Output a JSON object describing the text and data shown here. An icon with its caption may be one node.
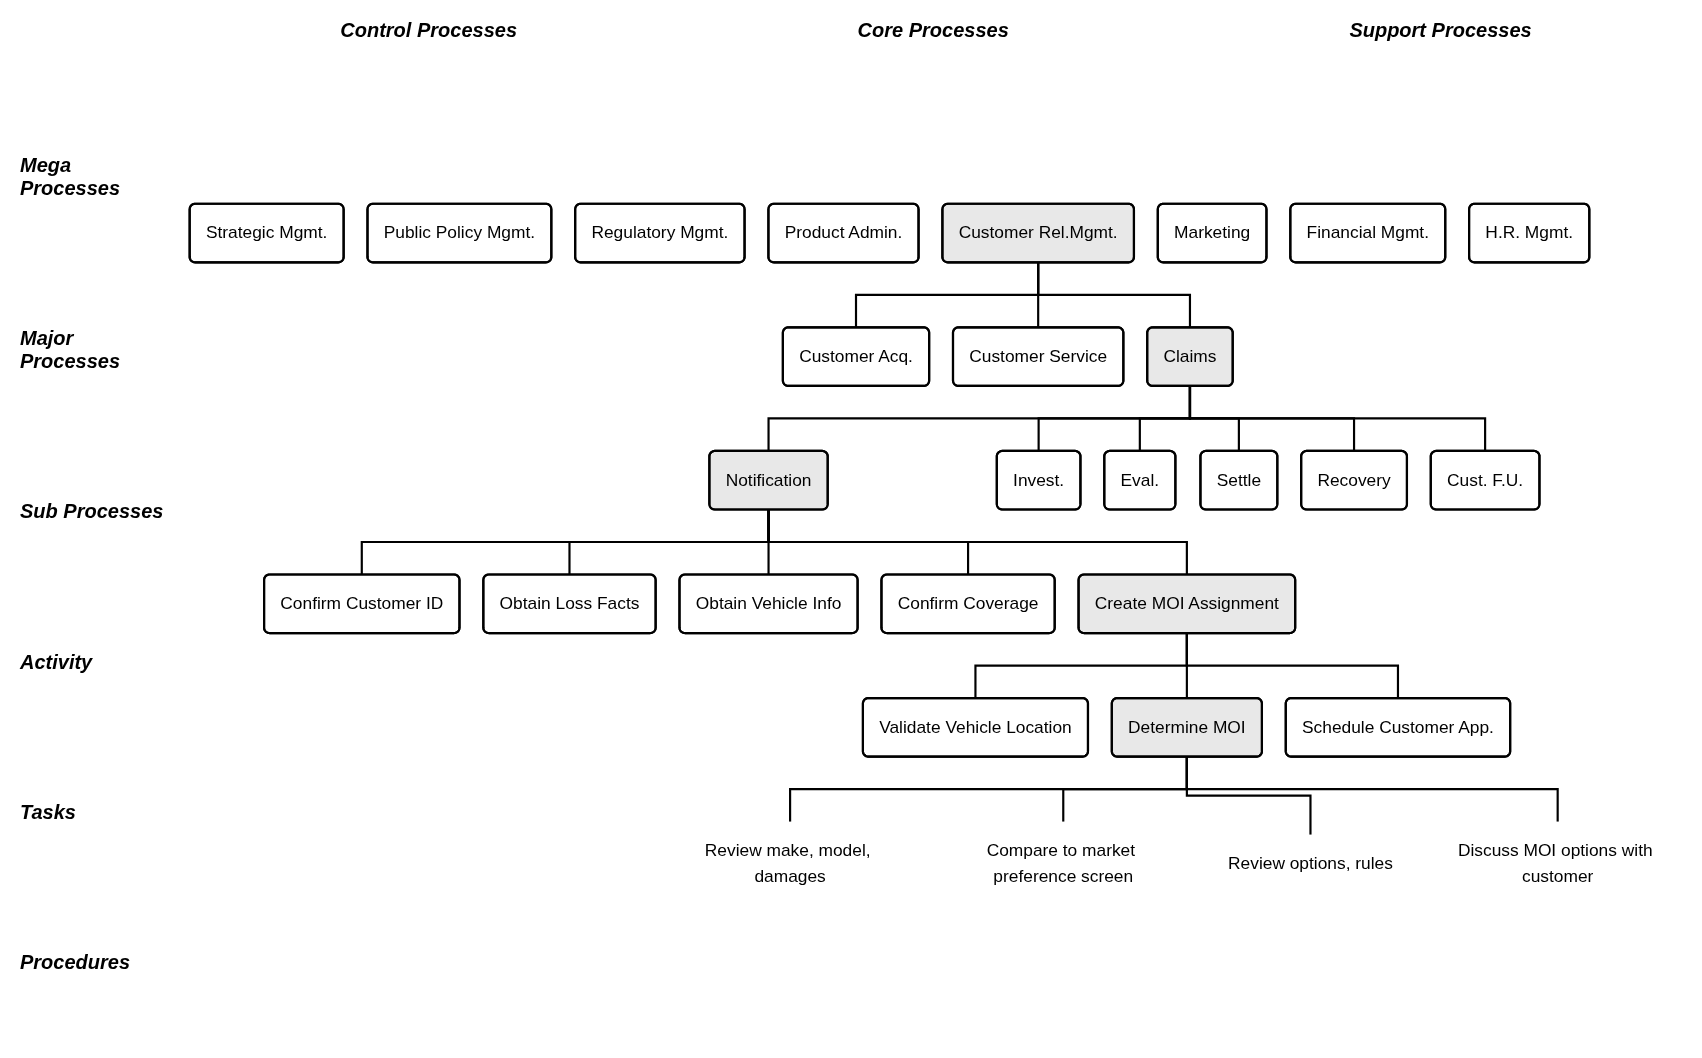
{
  "diagram": {
    "nodes": [
      {
        "text": [
          "Strategic Mgmt."
        ]
      },
      {
        "text": [
          "Public Policy Mgmt."
        ]
      },
      {
        "text": [
          "Regulatory Mgmt."
        ]
      },
      {
        "text": [
          "Product Admin."
        ]
      },
      {
        "text": [
          "Customer Rel.Mgmt."
        ]
      },
      {
        "text": [
          "Marketing"
        ]
      },
      {
        "text": [
          "Financial Mgmt."
        ]
      },
      {
        "text": [
          "H.R. Mgmt."
        ]
      },
      {
        "text": [
          "Customer Acq."
        ]
      },
      {
        "text": [
          "Customer Service"
        ]
      },
      {
        "text": [
          "Claims"
        ]
      },
      {
        "text": [
          "Notification"
        ]
      },
      {
        "text": [
          "Invest."
        ]
      },
      {
        "text": [
          "Eval."
        ]
      },
      {
        "text": [
          "Settle"
        ]
      },
      {
        "text": [
          "Recovery"
        ]
      },
      {
        "text": [
          "Cust. F.U."
        ]
      },
      {
        "text": [
          "Confirm Customer ID"
        ]
      },
      {
        "text": [
          "Obtain Loss Facts"
        ]
      },
      {
        "text": [
          "Obtain Vehicle Info"
        ]
      },
      {
        "text": [
          "Confirm Coverage"
        ]
      },
      {
        "text": [
          "Create MOI Assignment"
        ]
      },
      {
        "text": [
          "Validate Vehicle Location"
        ]
      },
      {
        "text": [
          "Determine MOI"
        ]
      },
      {
        "text": [
          "Schedule Customer App."
        ]
      },
      {
        "text": [
          "Review make, model, damages"
        ]
      },
      {
        "text": [
          "Compare to market preference screen"
        ]
      },
      {
        "text": [
          "Review options, rules"
        ]
      },
      {
        "text": [
          "Discuss MOI options with customer"
        ]
      }
    ],
    "edges": [
      {
        "from": 4,
        "to": 8,
        "arrow": "none"
      },
      {
        "from": 4,
        "to": 9,
        "arrow": "none"
      },
      {
        "from": 4,
        "to": 10,
        "arrow": "none"
      },
      {
        "from": 10,
        "to": 11,
        "arrow": "none"
      },
      {
        "from": 10,
        "to": 12,
        "arrow": "none"
      },
      {
        "from": 10,
        "to": 13,
        "arrow": "none"
      },
      {
        "from": 10,
        "to": 14,
        "arrow": "none"
      },
      {
        "from": 10,
        "to": 15,
        "arrow": "none"
      },
      {
        "from": 10,
        "to": 16,
        "arrow": "none"
      },
      {
        "from": 11,
        "to": 17,
        "arrow": "none"
      },
      {
        "from": 11,
        "to": 18,
        "arrow": "none"
      },
      {
        "from": 11,
        "to": 19,
        "arrow": "none"
      },
      {
        "from": 11,
        "to": 20,
        "arrow": "none"
      },
      {
        "from": 11,
        "to": 21,
        "arrow": "none"
      },
      {
        "from": 21,
        "to": 22,
        "arrow": "none"
      },
      {
        "from": 21,
        "to": 23,
        "arrow": "none"
      },
      {
        "from": 21,
        "to": 24,
        "arrow": "none"
      },
      {
        "from": 23,
        "to": 25,
        "arrow": "none"
      },
      {
        "from": 23,
        "to": 26,
        "arrow": "none"
      },
      {
        "from": 23,
        "to": 27,
        "arrow": "none"
      },
      {
        "from": 23,
        "to": 28,
        "arrow": "none"
      }
    ],
    "labels": [
      "Control Processes",
      "Core Processes",
      "Support Processes",
      "Mega Processes",
      "Major Processes",
      "Sub Processes",
      "Activity",
      "Tasks",
      "Procedures"
    ]
  }
}
